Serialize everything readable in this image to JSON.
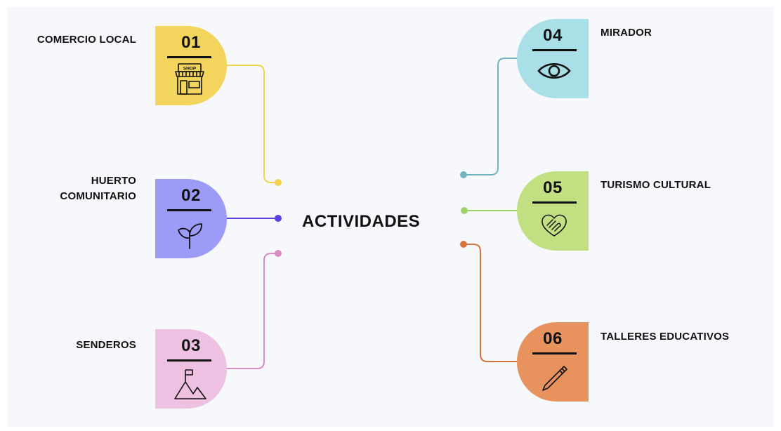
{
  "center_title": "ACTIVIDADES",
  "activities": [
    {
      "number": "01",
      "label": "COMERCIO LOCAL",
      "color": "#f3d55e",
      "icon": "shop-icon",
      "icon_text": "SHOP"
    },
    {
      "number": "02",
      "label": "HUERTO\nCOMUNITARIO",
      "color": "#9c9cf8",
      "icon": "sprout-icon"
    },
    {
      "number": "03",
      "label": "SENDEROS",
      "color": "#eec0e2",
      "icon": "mountain-flag-icon"
    },
    {
      "number": "04",
      "label": "MIRADOR",
      "color": "#a9dfe6",
      "icon": "eye-icon"
    },
    {
      "number": "05",
      "label": "TURISMO CULTURAL",
      "color": "#c2e082",
      "icon": "heart-hand-icon"
    },
    {
      "number": "06",
      "label": "TALLERES EDUCATIVOS",
      "color": "#e8925e",
      "icon": "pencil-icon"
    }
  ],
  "connector_colors": [
    "#f1d34c",
    "#5b3fe0",
    "#d98cc0",
    "#6fb5bf",
    "#9fd16a",
    "#d6743f"
  ]
}
